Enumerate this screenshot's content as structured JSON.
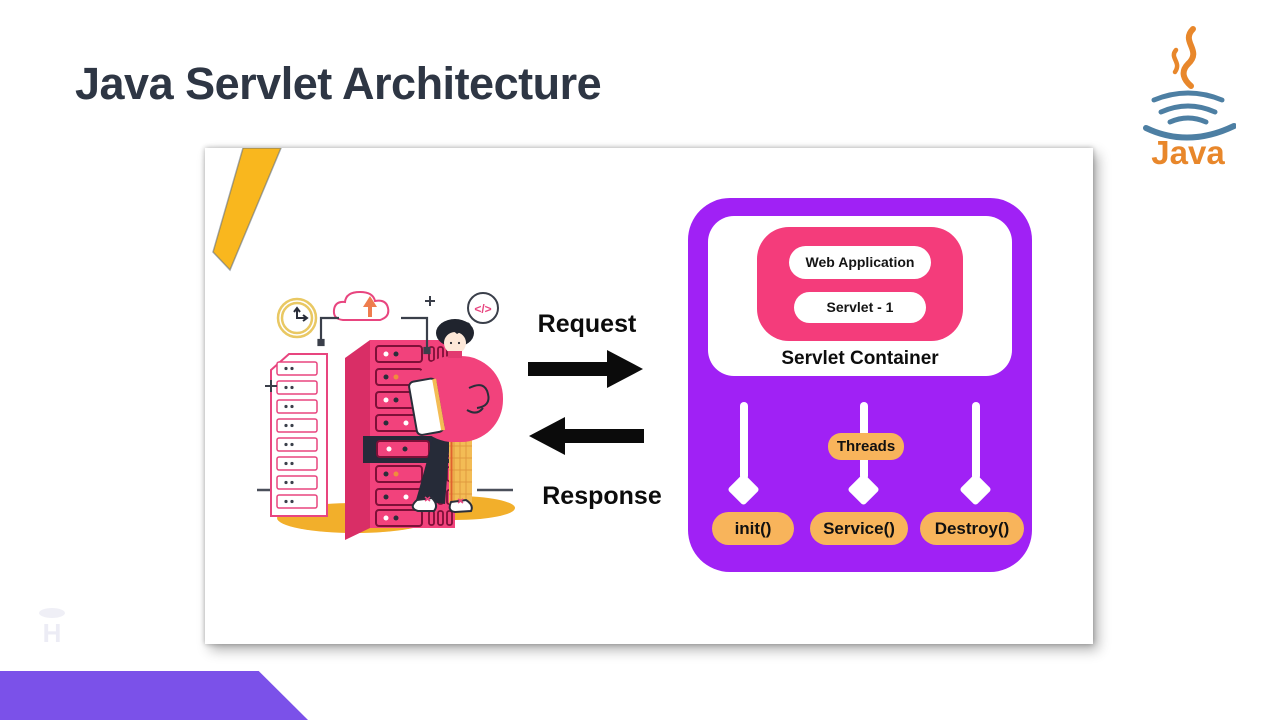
{
  "slide": {
    "title": "Java Servlet Architecture"
  },
  "java_logo": {
    "label": "Java",
    "orange": "#e8872b",
    "blue": "#4d7fa3"
  },
  "diagram": {
    "client": {
      "description": "illustration of a person with a tablet beside pink server racks connected to a cloud",
      "code_glyph": "</>"
    },
    "flow": {
      "request_label": "Request",
      "response_label": "Response"
    },
    "container": {
      "label": "Servlet Container",
      "web_application_label": "Web Application",
      "servlet_label": "Servlet - 1",
      "threads_label": "Threads",
      "lifecycle_methods": [
        "init()",
        "Service()",
        "Destroy()"
      ]
    }
  },
  "watermark": {
    "letter": "H"
  },
  "colors": {
    "container_purple": "#a021f5",
    "band_purple": "#7b51e9",
    "pink": "#f43c7b",
    "badge_orange": "#f8b45b",
    "stripe_yellow": "#f9b71e",
    "title_dark": "#2e3644"
  }
}
